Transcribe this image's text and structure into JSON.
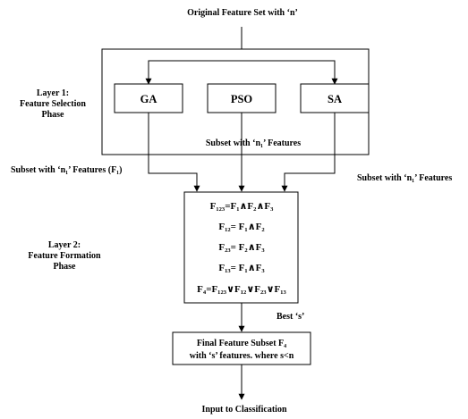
{
  "top_label": "Original Feature Set with ‘n’",
  "layer1": {
    "title": "Layer 1:",
    "line2": "Feature Selection",
    "line3": "Phase"
  },
  "algos": {
    "ga": "GA",
    "pso": "PSO",
    "sa": "SA"
  },
  "subset_center": "Subset with ‘n₁’ Features",
  "subset_left": "Subset with ‘n₁’ Features (F₁)",
  "subset_right": "Subset with ‘n₁’ Features",
  "layer2": {
    "title": "Layer 2:",
    "line2": "Feature Formation",
    "line3": "Phase"
  },
  "equations": [
    "F₁₂₃=F₁∧F₂∧F₃",
    "F₁₂= F₁∧F₂",
    "F₂₃= F₂∧F₃",
    "F₁₃= F₁∧F₃",
    "F₄=F₁₂₃∨F₁₂∨F₂₃∨F₁₃"
  ],
  "best_label": "Best ‘s’",
  "final_box": {
    "line1": "Final Feature Subset F₄",
    "line2": "with ‘s’ features. where s<n"
  },
  "bottom_label": "Input to Classification"
}
